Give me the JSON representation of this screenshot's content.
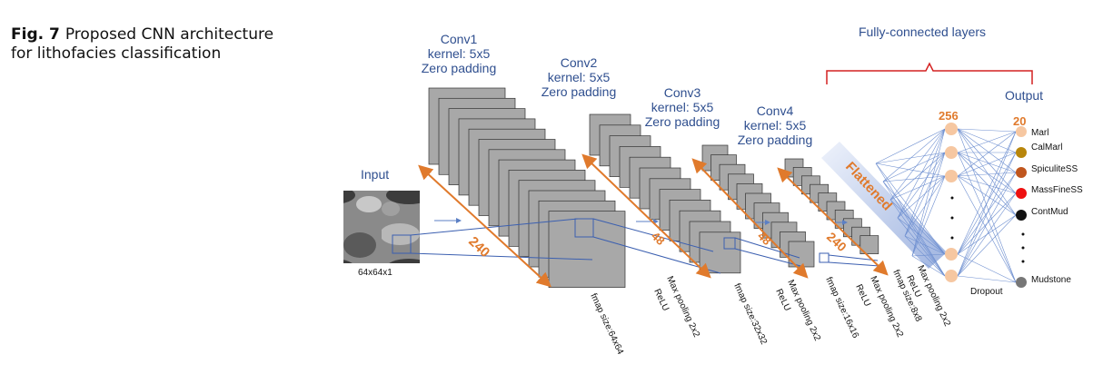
{
  "caption": {
    "label": "Fig. 7",
    "text": "Proposed CNN architecture for lithofacies classification"
  },
  "input": {
    "label": "Input",
    "size": "64x64x1"
  },
  "conv_blocks": [
    {
      "title": "Conv1",
      "kernel": "kernel: 5x5",
      "padding": "Zero padding",
      "count": "240"
    },
    {
      "title": "Conv2",
      "kernel": "kernel: 5x5",
      "padding": "Zero padding",
      "count": "48"
    },
    {
      "title": "Conv3",
      "kernel": "kernel: 5x5",
      "padding": "Zero padding",
      "count": "48"
    },
    {
      "title": "Conv4",
      "kernel": "kernel: 5x5",
      "padding": "Zero padding",
      "count": "240"
    }
  ],
  "rotated_labels": [
    "fmap size:64x64",
    "Max pooling 2x2",
    "ReLU",
    "fmap size:32x32",
    "Max pooling 2x2",
    "ReLU",
    "fmap size:16x16",
    "Max pooling 2x2",
    "ReLU",
    "fmap size:8x8",
    "Max pooling 2x2",
    "ReLU"
  ],
  "flattened_label": "Flattened",
  "fc": {
    "title": "Fully-connected layers",
    "output_title": "Output",
    "hidden_count": "256",
    "output_count": "20",
    "dropout": "Dropout"
  },
  "outputs": [
    {
      "label": "Marl",
      "color": "#f6c7a1"
    },
    {
      "label": "CalMarl",
      "color": "#b8860b"
    },
    {
      "label": "SpiculiteSS",
      "color": "#c0561e"
    },
    {
      "label": "MassFineSS",
      "color": "#ee1111"
    },
    {
      "label": "ContMud",
      "color": "#111111"
    },
    {
      "label": "Mudstone",
      "color": "#777777"
    }
  ],
  "colors": {
    "text_blue": "#2f4f8f",
    "orange": "#e07a2c",
    "map_fill": "#a8a8a8",
    "neuron": "#f6c7a1",
    "fc_bracket": "#d42020"
  }
}
